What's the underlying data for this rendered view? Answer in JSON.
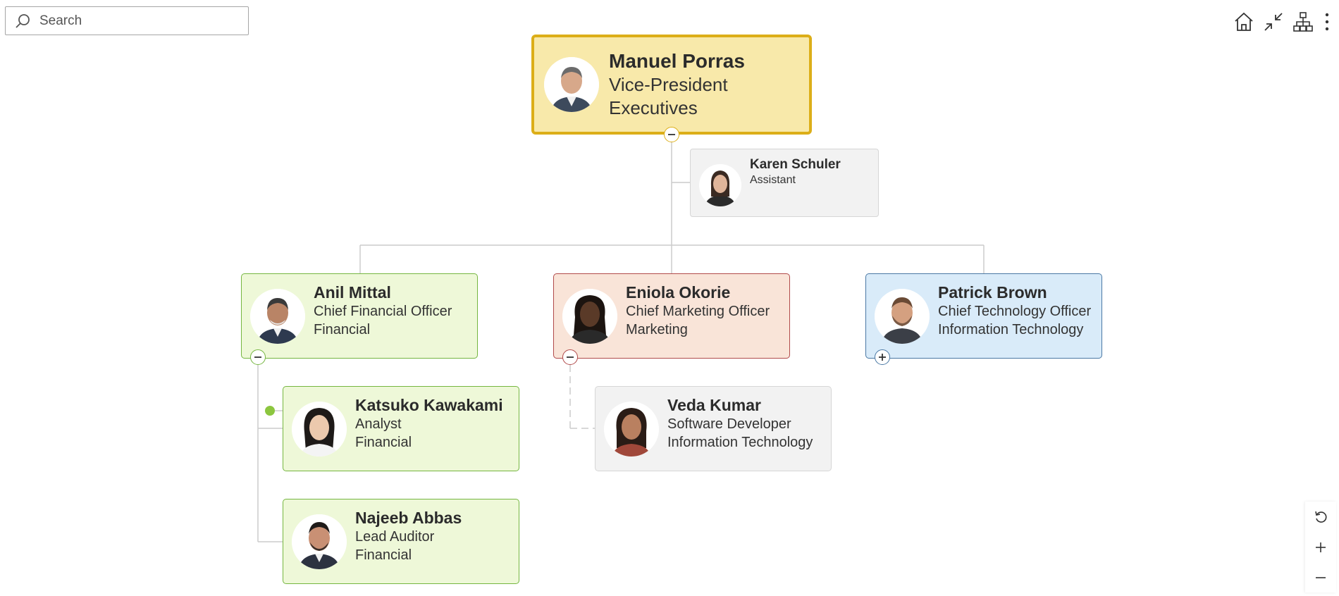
{
  "search": {
    "placeholder": "Search"
  },
  "toolbar": {
    "home_icon": "home-icon",
    "fit_icon": "collapse-arrows-icon",
    "layout_icon": "hierarchy-icon",
    "menu_icon": "more-vertical-icon"
  },
  "zoom": {
    "reset_icon": "rotate-ccw-icon",
    "in_icon": "plus-icon",
    "out_icon": "minus-icon"
  },
  "colors": {
    "executives_bg": "#f8e9aa",
    "executives_border": "#dcae18",
    "financial_bg": "#eef8d8",
    "financial_border": "#75b640",
    "marketing_bg": "#f9e4d8",
    "marketing_border": "#b14a4a",
    "it_bg": "#d9ebf9",
    "it_border": "#4a78a4",
    "neutral_bg": "#f2f2f2",
    "link": "#cccccc"
  },
  "nodes": {
    "root": {
      "name": "Manuel Porras",
      "title": "Vice-President",
      "department": "Executives",
      "expanded": true
    },
    "assistant": {
      "name": "Karen Schuler",
      "title": "Assistant"
    },
    "anil": {
      "name": "Anil Mittal",
      "title": "Chief Financial Officer",
      "department": "Financial",
      "expanded": true
    },
    "eniola": {
      "name": "Eniola Okorie",
      "title": "Chief Marketing Officer",
      "department": "Marketing",
      "expanded": true
    },
    "patrick": {
      "name": "Patrick Brown",
      "title": "Chief Technology Officer",
      "department": "Information Technology",
      "expanded": false
    },
    "katsuko": {
      "name": "Katsuko Kawakami",
      "title": "Analyst",
      "department": "Financial"
    },
    "veda": {
      "name": "Veda Kumar",
      "title": "Software Developer",
      "department": "Information Technology"
    },
    "najeeb": {
      "name": "Najeeb Abbas",
      "title": "Lead Auditor",
      "department": "Financial"
    }
  }
}
